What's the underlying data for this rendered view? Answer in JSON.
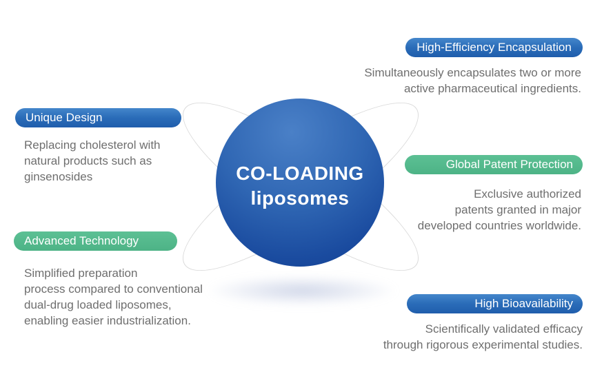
{
  "colors": {
    "blue_accent": "#2d72bc",
    "green_accent": "#52b98a",
    "sphere_blue_light": "#4a80c7",
    "sphere_blue_dark": "#113e90",
    "body_text": "#6e6e6e",
    "orbit_line": "#d9d9d9",
    "background": "#ffffff"
  },
  "center": {
    "line1": "CO-LOADING",
    "line2": "liposomes"
  },
  "callouts": [
    {
      "label": "High-Efficiency Encapsulation",
      "body": "Simultaneously encapsulates two or more\nactive pharmaceutical ingredients.",
      "color": "blue",
      "position": "top-right"
    },
    {
      "label": "Unique Design",
      "body": "Replacing cholesterol with\nnatural products such as\nginsenosides",
      "color": "blue",
      "position": "left"
    },
    {
      "label": "Global Patent Protection",
      "body": "Exclusive authorized\npatents granted in major\ndeveloped countries worldwide.",
      "color": "green",
      "position": "right"
    },
    {
      "label": "Advanced Technology",
      "body": "Simplified preparation\nprocess compared to conventional\ndual-drug loaded liposomes,\nenabling easier industrialization.",
      "color": "green",
      "position": "bottom-left"
    },
    {
      "label": "High Bioavailability",
      "body": "Scientifically validated efficacy\nthrough rigorous experimental studies.",
      "color": "blue",
      "position": "bottom-right"
    }
  ]
}
